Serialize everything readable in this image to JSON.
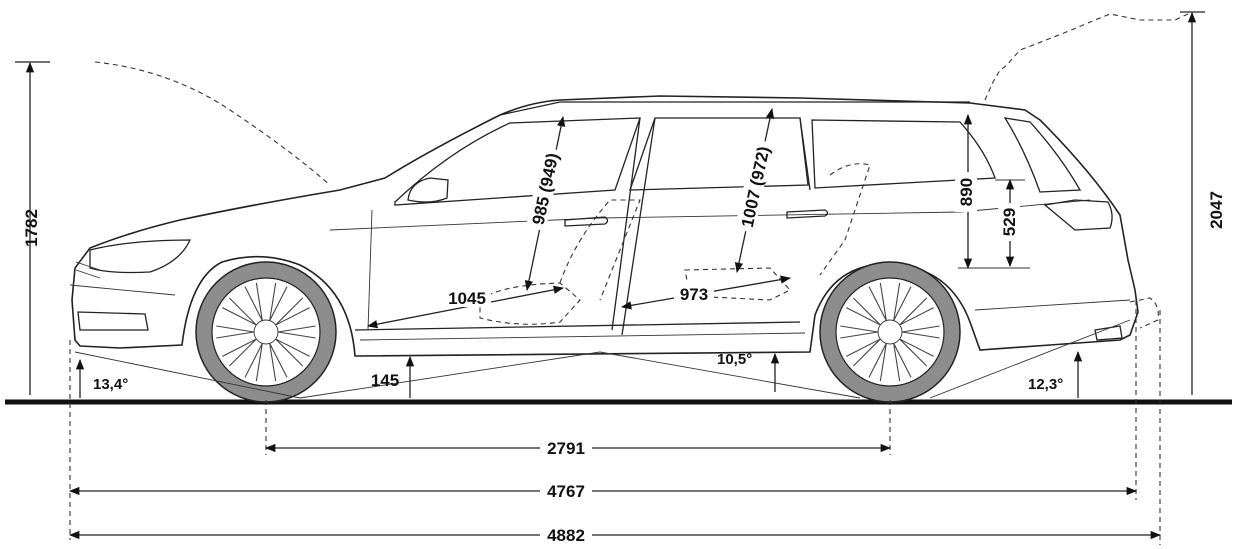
{
  "dimensions": {
    "total_height": "1782",
    "height_tailgate_open": "2047",
    "front_legroom": "1045",
    "rear_legroom": "973",
    "front_headroom": "985 (949)",
    "rear_headroom": "1007 (972)",
    "trunk_opening_height": "890",
    "loading_sill_height": "529",
    "ground_clearance": "145",
    "wheelbase": "2791",
    "length": "4767",
    "length_with_towbar": "4882"
  },
  "angles": {
    "approach": "13,4°",
    "breakover": "10,5°",
    "departure": "12,3°"
  }
}
